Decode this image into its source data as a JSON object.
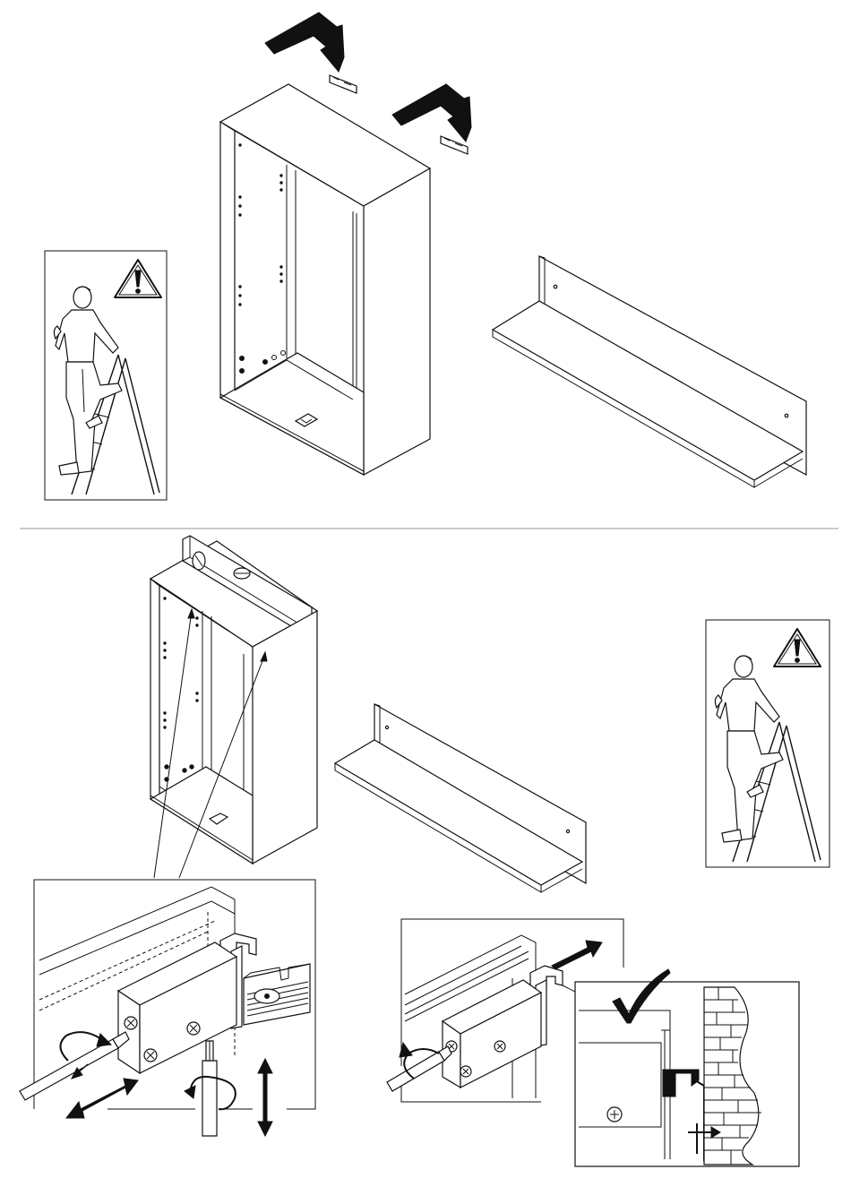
{
  "document": {
    "type": "assembly-instruction-sheet",
    "steps": [
      {
        "name": "step-1",
        "illustrations": [
          "warning-panel-ladder",
          "cabinet-with-wall-brackets",
          "wall-shelf"
        ]
      },
      {
        "name": "step-2",
        "illustrations": [
          "level-on-cabinet",
          "wall-shelf",
          "warning-panel-ladder",
          "hanger-adjustment-detail",
          "wall-mounting-detail"
        ]
      }
    ],
    "icons": [
      "warning-triangle-icon",
      "checkmark-icon",
      "screwdriver-icon",
      "rotation-arrow-icon",
      "double-arrow-icon",
      "brick-wall-icon"
    ],
    "colors": {
      "ink": "#111111",
      "paper": "#ffffff",
      "divider": "#999999"
    }
  }
}
